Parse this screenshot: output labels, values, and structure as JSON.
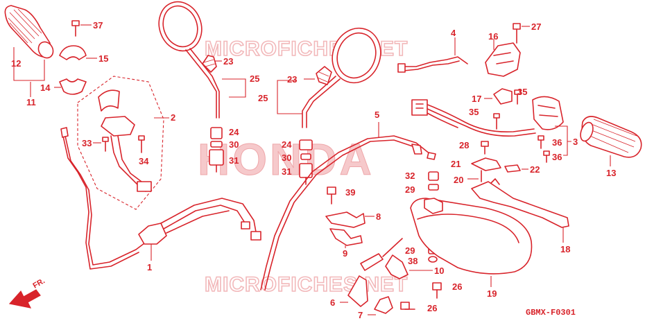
{
  "watermarks": {
    "top": "MICROFICHES.NET",
    "middle": "HONDA",
    "bottom": "MICROFICHES.NET"
  },
  "diagram_code": "GBMX-F0301",
  "front_indicator": "FR.",
  "callouts": {
    "c1": "1",
    "c2": "2",
    "c3": "3",
    "c4": "4",
    "c5": "5",
    "c6": "6",
    "c7": "7",
    "c8": "8",
    "c9": "9",
    "c10": "10",
    "c11": "11",
    "c12": "12",
    "c13": "13",
    "c14": "14",
    "c15": "15",
    "c16": "16",
    "c17": "17",
    "c18": "18",
    "c19": "19",
    "c20": "20",
    "c21": "21",
    "c22": "22",
    "c23a": "23",
    "c23b": "23",
    "c24a": "24",
    "c24b": "24",
    "c25a": "25",
    "c25b": "25",
    "c26a": "26",
    "c26b": "26",
    "c27": "27",
    "c28": "28",
    "c29a": "29",
    "c29b": "29",
    "c30a": "30",
    "c30b": "30",
    "c31a": "31",
    "c31b": "31",
    "c32": "32",
    "c33": "33",
    "c34": "34",
    "c35a": "35",
    "c35b": "35",
    "c36a": "36",
    "c36b": "36",
    "c37": "37",
    "c38": "38",
    "c39": "39"
  },
  "colors": {
    "line": "#d8232a",
    "watermark": "#f2b8ba",
    "background": "#ffffff"
  }
}
